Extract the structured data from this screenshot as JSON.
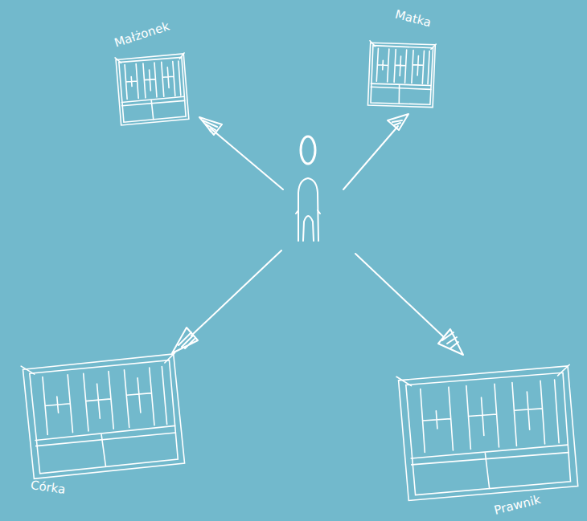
{
  "diagram": {
    "nodes": [
      {
        "text": [
          "Małżonek"
        ]
      },
      {
        "text": [
          "Matka"
        ]
      },
      {
        "text": [
          "Córka"
        ]
      },
      {
        "text": [
          "Prawnik"
        ]
      }
    ]
  }
}
